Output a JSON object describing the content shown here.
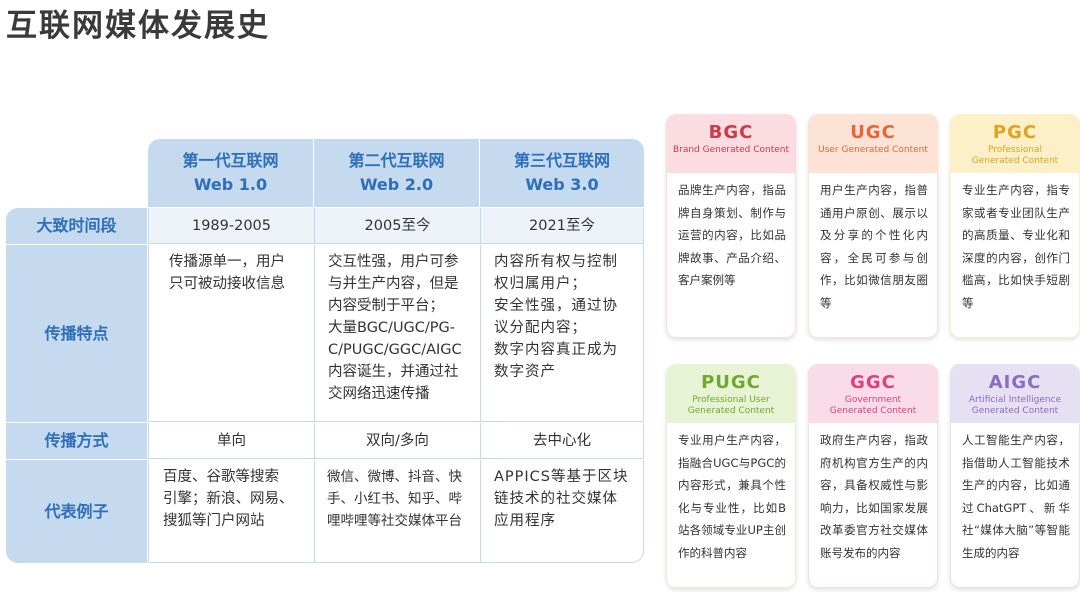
{
  "title": "互联网媒体发展史",
  "table": {
    "columns": [
      {
        "line1": "第一代互联网",
        "line2": "Web 1.0"
      },
      {
        "line1": "第二代互联网",
        "line2": "Web 2.0"
      },
      {
        "line1": "第三代互联网",
        "line2": "Web 3.0"
      }
    ],
    "rows": [
      {
        "label": "大致时间段",
        "cells": [
          "1989-2005",
          "2005至今",
          "2021至今"
        ]
      },
      {
        "label": "传播特点",
        "cells": [
          "传播源单一，用户\n只可被动接收信息",
          "交互性强，用户可参\n与并生产内容，但是\n内容受制于平台；\n大量BGC/UGC/PG-\nC/PUGC/GGC/AIGC\n内容诞生，并通过社\n交网络迅速传播",
          "内容所有权与控制\n权归属用户；\n安全性强，通过协\n议分配内容；\n数字内容真正成为\n数字资产"
        ]
      },
      {
        "label": "传播方式",
        "cells": [
          "单向",
          "双向/多向",
          "去中心化"
        ]
      },
      {
        "label": "代表例子",
        "cells": [
          "百度、谷歌等搜索\n引擎；新浪、网易、\n搜狐等门户网站",
          "微信、微博、抖音、快\n手、小红书、知乎、哔\n哩哔哩等社交媒体平台",
          "APPICS等基于区块\n链技术的社交媒体\n应用程序"
        ]
      }
    ]
  },
  "cards": [
    {
      "abbr": "BGC",
      "en": "Brand Generated Content",
      "color": "#d0384a",
      "bg": "#fbdde1",
      "desc": "品牌生产内容，指品牌自身策划、制作与运营的内容，比如品牌故事、产品介绍、客户案例等"
    },
    {
      "abbr": "UGC",
      "en": "User Generated Content",
      "color": "#e5663a",
      "bg": "#fce3d6",
      "desc": "用户生产内容，指普通用户原创、展示以及分享的个性化内容，全民可参与创作，比如微信朋友圈等"
    },
    {
      "abbr": "PGC",
      "en": "Professional\nGenerated Content",
      "color": "#e0a31b",
      "bg": "#fdf0c8",
      "desc": "专业生产内容，指专家或者专业团队生产的高质量、专业化和深度的内容，创作门槛高，比如快手短剧等"
    },
    {
      "abbr": "PUGC",
      "en": "Professional User\nGenerated Content",
      "color": "#6fa82c",
      "bg": "#e8f3d5",
      "desc": "专业用户生产内容，指融合UGC与PGC的内容形式，兼具个性化与专业性，比如B站各领域专业UP主创作的科普内容"
    },
    {
      "abbr": "GGC",
      "en": "Government\nGenerated Content",
      "color": "#d8437f",
      "bg": "#fadbe8",
      "desc": "政府生产内容，指政府机构官方生产的内容，具备权威性与影响力，比如国家发展改革委官方社交媒体账号发布的内容"
    },
    {
      "abbr": "AIGC",
      "en": "Artificial Intelligence\nGenerated Content",
      "color": "#8a6cc0",
      "bg": "#e6e0f3",
      "desc": "人工智能生产内容，指借助人工智能技术生产的内容，比如通过ChatGPT、新华社“媒体大脑”等智能生成的内容"
    }
  ]
}
